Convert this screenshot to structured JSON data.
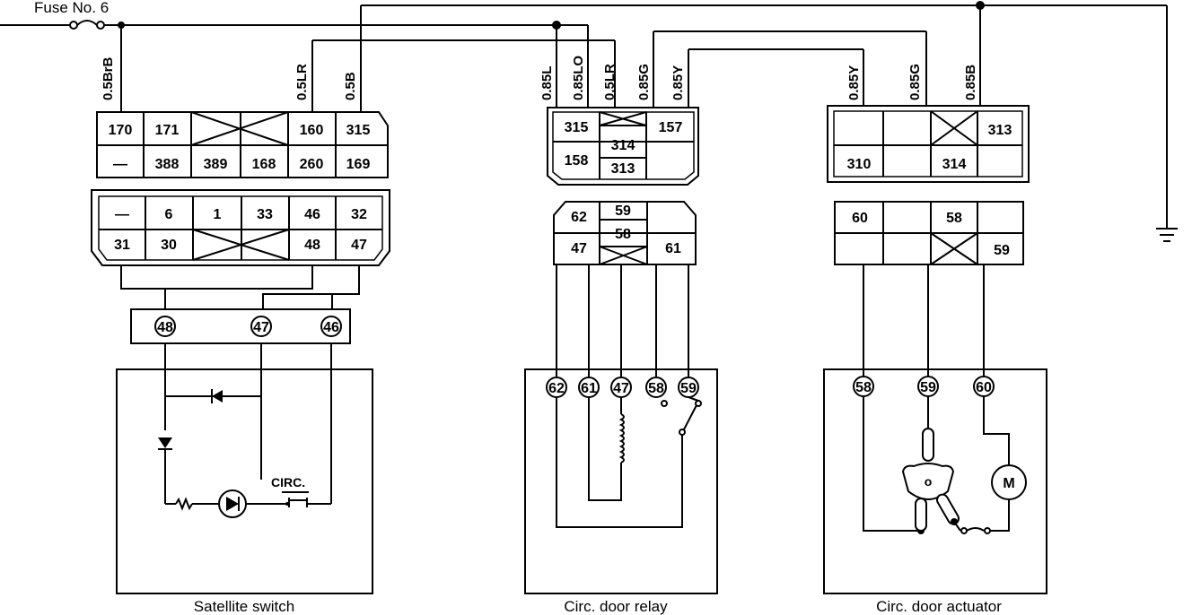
{
  "fuse_label": "Fuse No. 6",
  "wires": {
    "sat_brb": "0.5BrB",
    "sat_lr": "0.5LR",
    "sat_b": "0.5B",
    "relay_l": "0.85L",
    "relay_lo": "0.85LO",
    "relay_lr": "0.5LR",
    "relay_g": "0.85G",
    "relay_y": "0.85Y",
    "act_y": "0.85Y",
    "act_g": "0.85G",
    "act_b": "0.85B"
  },
  "sat_upper": {
    "r1": [
      "170",
      "171",
      "160",
      "315"
    ],
    "r2": [
      "—",
      "388",
      "389",
      "168",
      "260",
      "169"
    ]
  },
  "sat_lower": {
    "r1": [
      "—",
      "6",
      "1",
      "33",
      "46",
      "32"
    ],
    "r2": [
      "31",
      "30",
      "48",
      "47"
    ]
  },
  "sat_term": [
    "48",
    "47",
    "46"
  ],
  "relay_upper": {
    "a": "315",
    "b": "314",
    "c": "157",
    "d": "158",
    "e": "313"
  },
  "relay_lower": {
    "a": "62",
    "b": "59",
    "c": "58",
    "d": "47",
    "e": "61"
  },
  "relay_pins": [
    "62",
    "61",
    "47",
    "58",
    "59"
  ],
  "act_upper": {
    "a": "313",
    "b": "310",
    "c": "314"
  },
  "act_lower": {
    "a": "60",
    "b": "58",
    "c": "59"
  },
  "act_pins": [
    "58",
    "59",
    "60"
  ],
  "circ_label": "CIRC.",
  "motor_label": "M",
  "cam_label": "o",
  "captions": {
    "sat": "Satellite switch",
    "relay": "Circ. door relay",
    "act": "Circ. door actuator"
  }
}
